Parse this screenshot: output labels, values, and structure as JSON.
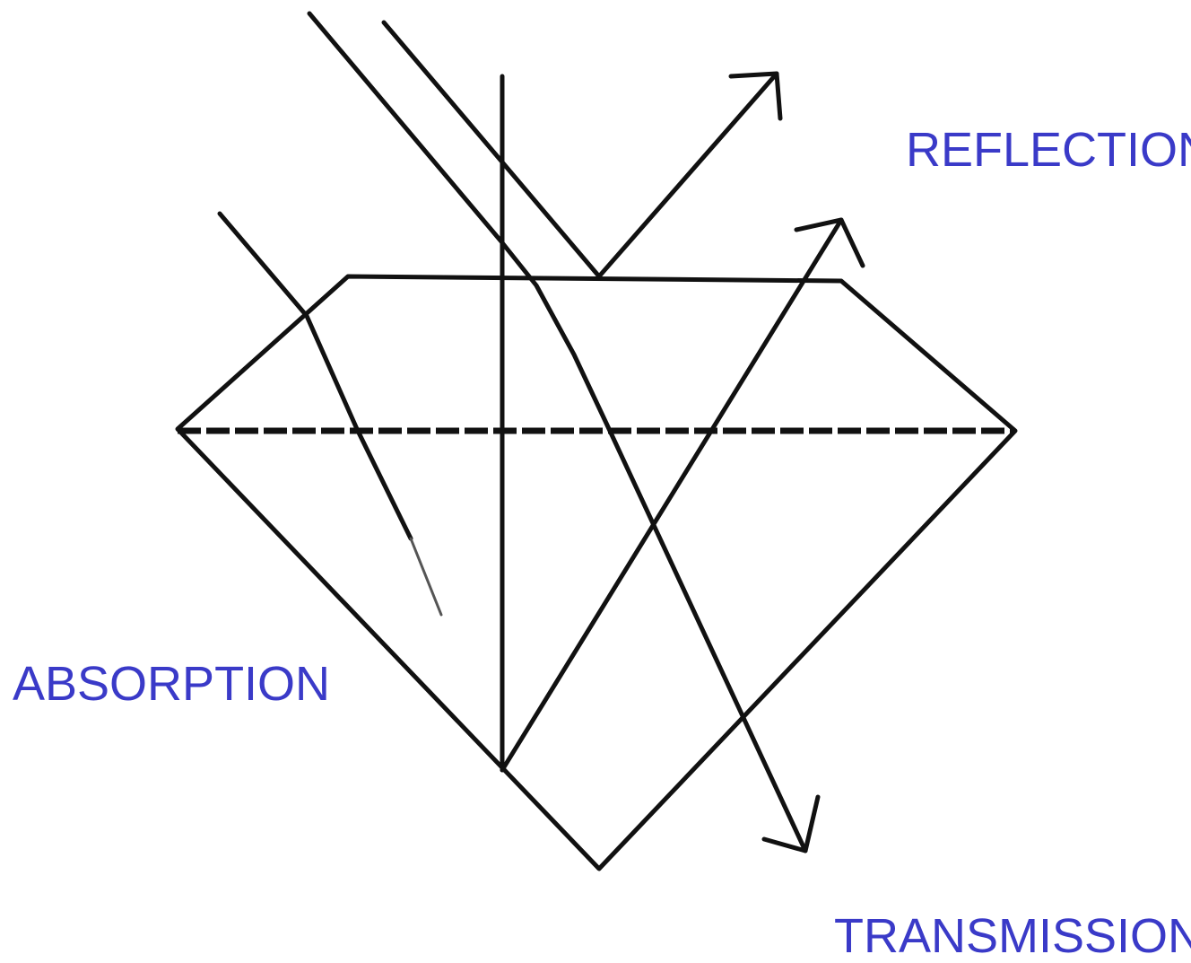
{
  "labels": {
    "reflection": "REFLECTION",
    "absorption": "ABSORPTION",
    "transmission": "TRANSMISSION"
  },
  "colors": {
    "label": "#3a3ac8",
    "line": "#111111",
    "background": "#ffffff"
  }
}
